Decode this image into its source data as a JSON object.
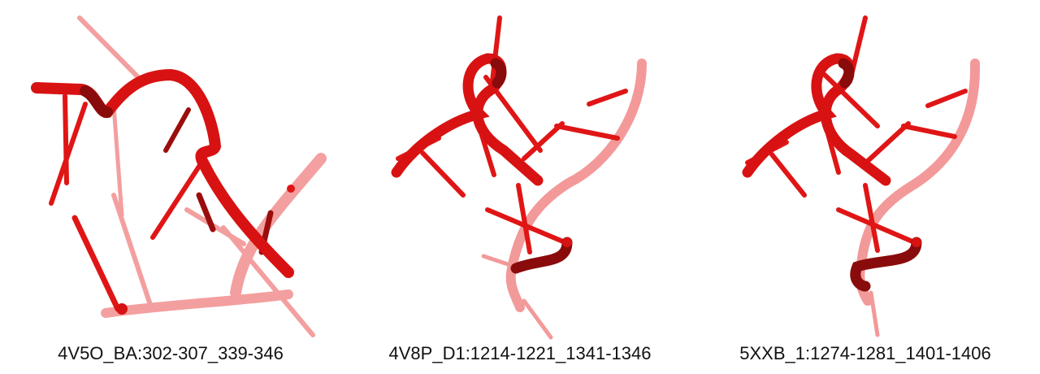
{
  "panels": [
    {
      "label": "4V5O_BA:302-307_339-346",
      "structure": "rna-cartoon"
    },
    {
      "label": "4V8P_D1:1214-1221_1341-1346",
      "structure": "rna-cartoon"
    },
    {
      "label": "5XXB_1:1274-1281_1401-1406",
      "structure": "rna-cartoon"
    }
  ],
  "colors": {
    "backbone": "#e01515",
    "backbone_dark": "#8a0b0b",
    "backbone_faded": "#f07a7a",
    "background": "#ffffff"
  }
}
